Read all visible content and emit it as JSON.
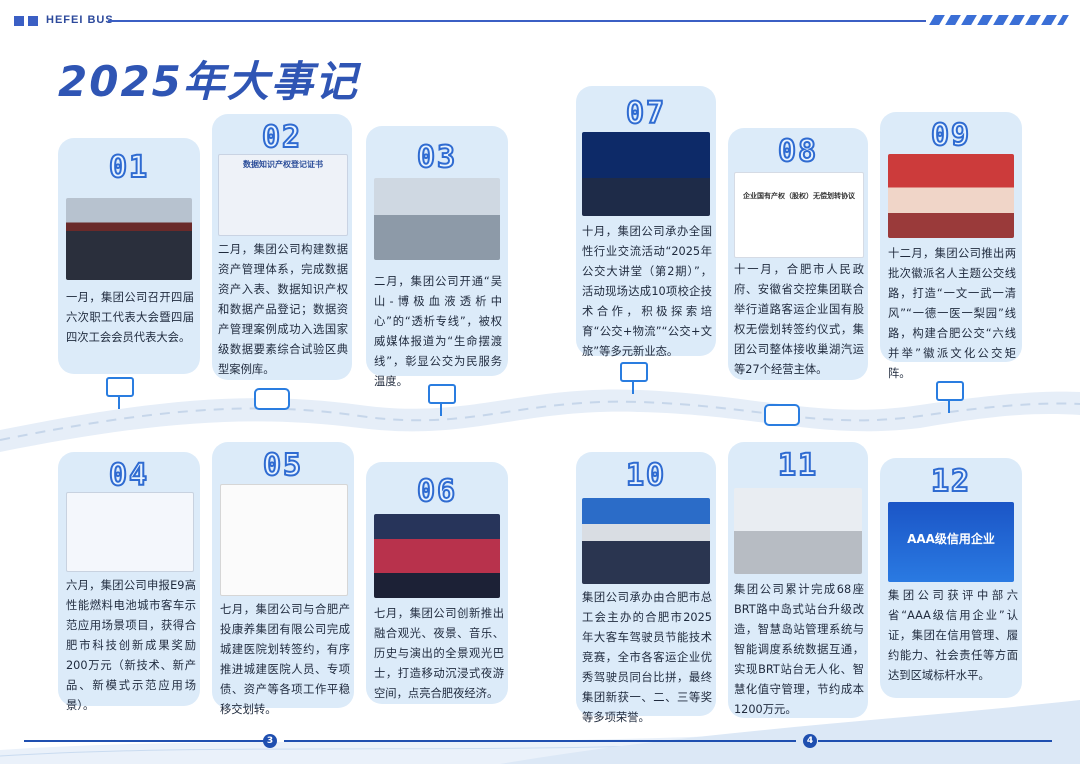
{
  "header": {
    "brand": "HEFEI BUS",
    "title": "2025年大事记"
  },
  "pages": {
    "left": "3",
    "right": "4"
  },
  "colors": {
    "accent": "#2f6bd1",
    "card": "#dcebf9",
    "title": "#2f55b4"
  },
  "events": [
    {
      "num": "01",
      "text": "一月，集团公司召开四届六次职工代表大会暨四届四次工会会员代表大会。",
      "photo": "meeting-hall"
    },
    {
      "num": "02",
      "text": "二月，集团公司构建数据资产管理体系，完成数据资产入表、数据知识产权和数据产品登记；数据资产管理案例成功入选国家级数据要素综合试验区典型案例库。",
      "photo": "certificate",
      "photo_caption": "数据知识产权登记证书"
    },
    {
      "num": "03",
      "text": "二月，集团公司开通“吴山-博极血液透析中心”的“透析专线”，被权威媒体报道为“生命摆渡线”，彰显公交为民服务温度。",
      "photo": "bus"
    },
    {
      "num": "07",
      "text": "十月，集团公司承办全国性行业交流活动“2025年公交大讲堂（第2期）”，活动现场达成10项校企技术合作，积极探索培育“公交+物流”“公交+文旅”等多元新业态。",
      "photo": "conference"
    },
    {
      "num": "08",
      "text": "十一月，合肥市人民政府、安徽省交控集团联合举行道路客运企业国有股权无偿划转签约仪式，集团公司整体接收巢湖汽运等27个经营主体。",
      "photo": "agreement",
      "photo_caption": "企业国有产权（股权）无偿划转协议"
    },
    {
      "num": "09",
      "text": "十二月，集团公司推出两批次徽派名人主题公交线路，打造“一文一武一清风”“一德一医一梨园”线路，构建合肥公交“六线并举”徽派文化公交矩阵。",
      "photo": "theme-bus"
    },
    {
      "num": "04",
      "text": "六月，集团公司申报E9高性能燃料电池城市客车示范应用场景项目，获得合肥市科技创新成果奖励200万元（新技术、新产品、新模式示范应用场景）。",
      "photo": "webpage"
    },
    {
      "num": "05",
      "text": "七月，集团公司与合肥产投康养集团有限公司完成城建医院划转签约，有序推进城建医院人员、专项债、资产等各项工作平稳移交划转。",
      "photo": "signed-doc"
    },
    {
      "num": "06",
      "text": "七月，集团公司创新推出融合观光、夜景、音乐、历史与演出的全景观光巴士，打造移动沉浸式夜游空间，点亮合肥夜经济。",
      "photo": "night-bus"
    },
    {
      "num": "10",
      "text": "集团公司承办由合肥市总工会主办的合肥市2025年大客车驾驶员节能技术竞赛，全市各客运企业优秀驾驶员同台比拼，最终集团新获一、二、三等奖等多项荣誉。",
      "photo": "drivers"
    },
    {
      "num": "11",
      "text": "集团公司累计完成68座BRT路中岛式站台升级改造，智慧岛站管理系统与智能调度系统数据互通，实现BRT站台无人化、智慧化值守管理，节约成本1200万元。",
      "photo": "brt-gates"
    },
    {
      "num": "12",
      "text": "集团公司获评中部六省“AAA级信用企业”认证，集团在信用管理、履约能力、社会责任等方面达到区域标杆水平。",
      "photo": "aaa-credit",
      "photo_caption": "AAA级信用企业"
    }
  ]
}
